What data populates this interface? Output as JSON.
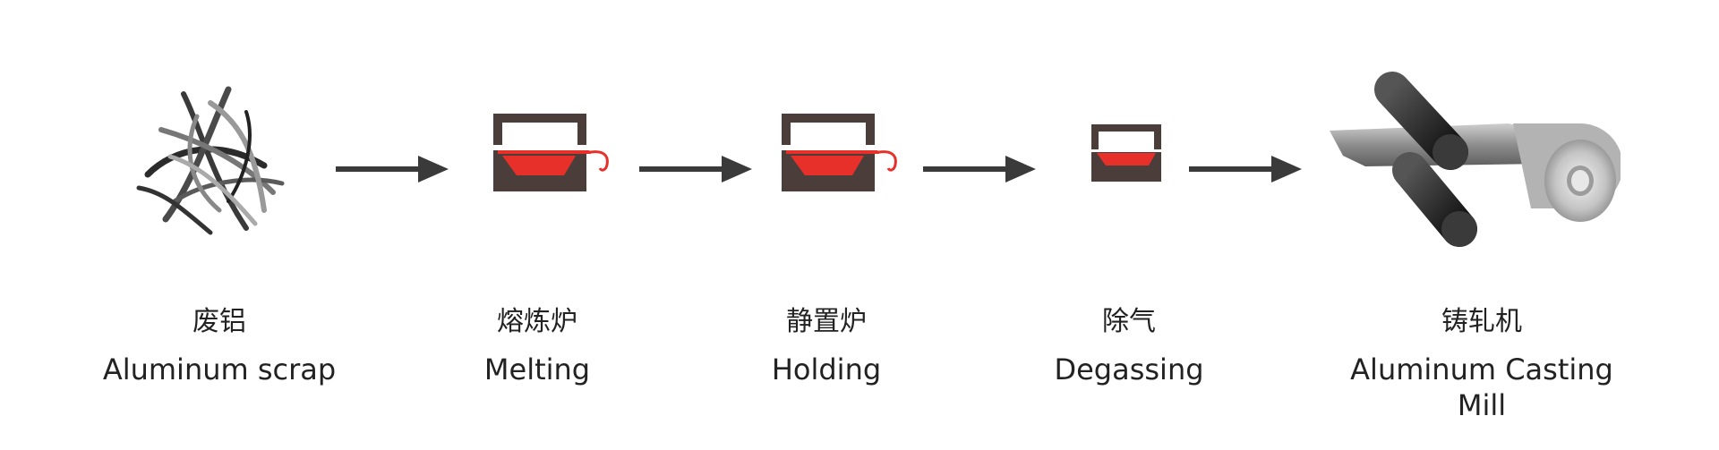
{
  "steps": [
    {
      "cn": "废铝",
      "en": "Aluminum scrap",
      "icon": "aluminum-scrap-icon"
    },
    {
      "cn": "熔炼炉",
      "en": "Melting",
      "icon": "melting-furnace-icon"
    },
    {
      "cn": "静置炉",
      "en": "Holding",
      "icon": "holding-furnace-icon"
    },
    {
      "cn": "除气",
      "en": "Degassing",
      "icon": "degassing-icon"
    },
    {
      "cn": "铸轧机",
      "en": "Aluminum Casting Mill",
      "icon": "casting-mill-icon"
    }
  ],
  "colors": {
    "frame": "#4a3d3a",
    "molten": "#e8302a",
    "arrow": "#3a3a3a",
    "text": "#222222"
  }
}
